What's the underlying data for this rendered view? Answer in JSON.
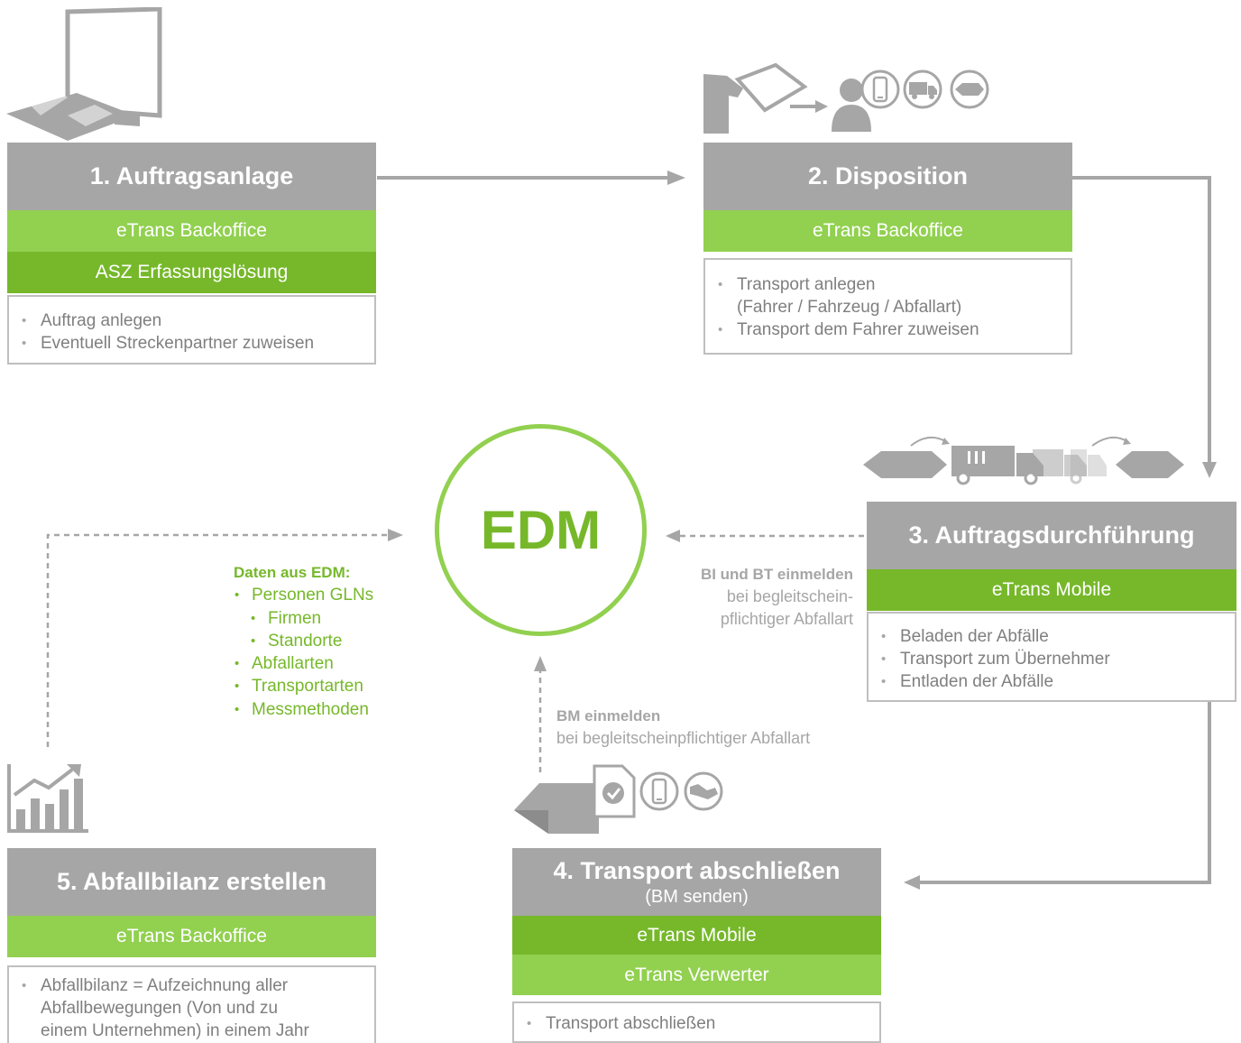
{
  "colors": {
    "gray": "#a6a6a6",
    "light_green": "#92d050",
    "dark_green": "#76b82a",
    "text_gray": "#7f7f7f",
    "line": "#bfbfbf"
  },
  "steps": {
    "s1": {
      "title": "1. Auftragsanlage",
      "band1": "eTrans Backoffice",
      "band2": "ASZ Erfassungslösung",
      "items": [
        "Auftrag anlegen",
        "Eventuell Streckenpartner zuweisen"
      ]
    },
    "s2": {
      "title": "2. Disposition",
      "band1": "eTrans Backoffice",
      "items": [
        "Transport anlegen",
        "(Fahrer / Fahrzeug / Abfallart)",
        "Transport dem Fahrer zuweisen"
      ]
    },
    "s3": {
      "title": "3. Auftragsdurchführung",
      "band1": "eTrans Mobile",
      "items": [
        "Beladen der Abfälle",
        "Transport zum Übernehmer",
        "Entladen der Abfälle"
      ]
    },
    "s4": {
      "title": "4. Transport abschließen",
      "subtitle": "(BM senden)",
      "band1": "eTrans Mobile",
      "band2": "eTrans Verwerter",
      "items": [
        "Transport abschließen"
      ]
    },
    "s5": {
      "title": "5. Abfallbilanz erstellen",
      "band1": "eTrans Backoffice",
      "items": [
        "Abfallbilanz = Aufzeichnung aller",
        "Abfallbewegungen (Von und zu",
        "einem Unternehmen) in einem Jahr"
      ]
    }
  },
  "edm": {
    "label": "EDM",
    "data_heading": "Daten aus EDM:",
    "data_items": [
      "Personen GLNs",
      "Firmen",
      "Standorte",
      "Abfallarten",
      "Transportarten",
      "Messmethoden"
    ]
  },
  "notes": {
    "bi_bt": {
      "bold": "BI und BT einmelden",
      "line2": "bei begleitschein-",
      "line3": "pflichtiger Abfallart"
    },
    "bm": {
      "bold": "BM einmelden",
      "line2": "bei begleitscheinpflichtiger Abfallart"
    }
  },
  "icons": [
    "computer-keyboard-icon",
    "tablet-hand-icon",
    "person-icon",
    "phone-icon",
    "truck-icon",
    "container-icon",
    "container-transfer-icon",
    "document-check-icon",
    "handshake-icon",
    "bar-chart-icon"
  ]
}
